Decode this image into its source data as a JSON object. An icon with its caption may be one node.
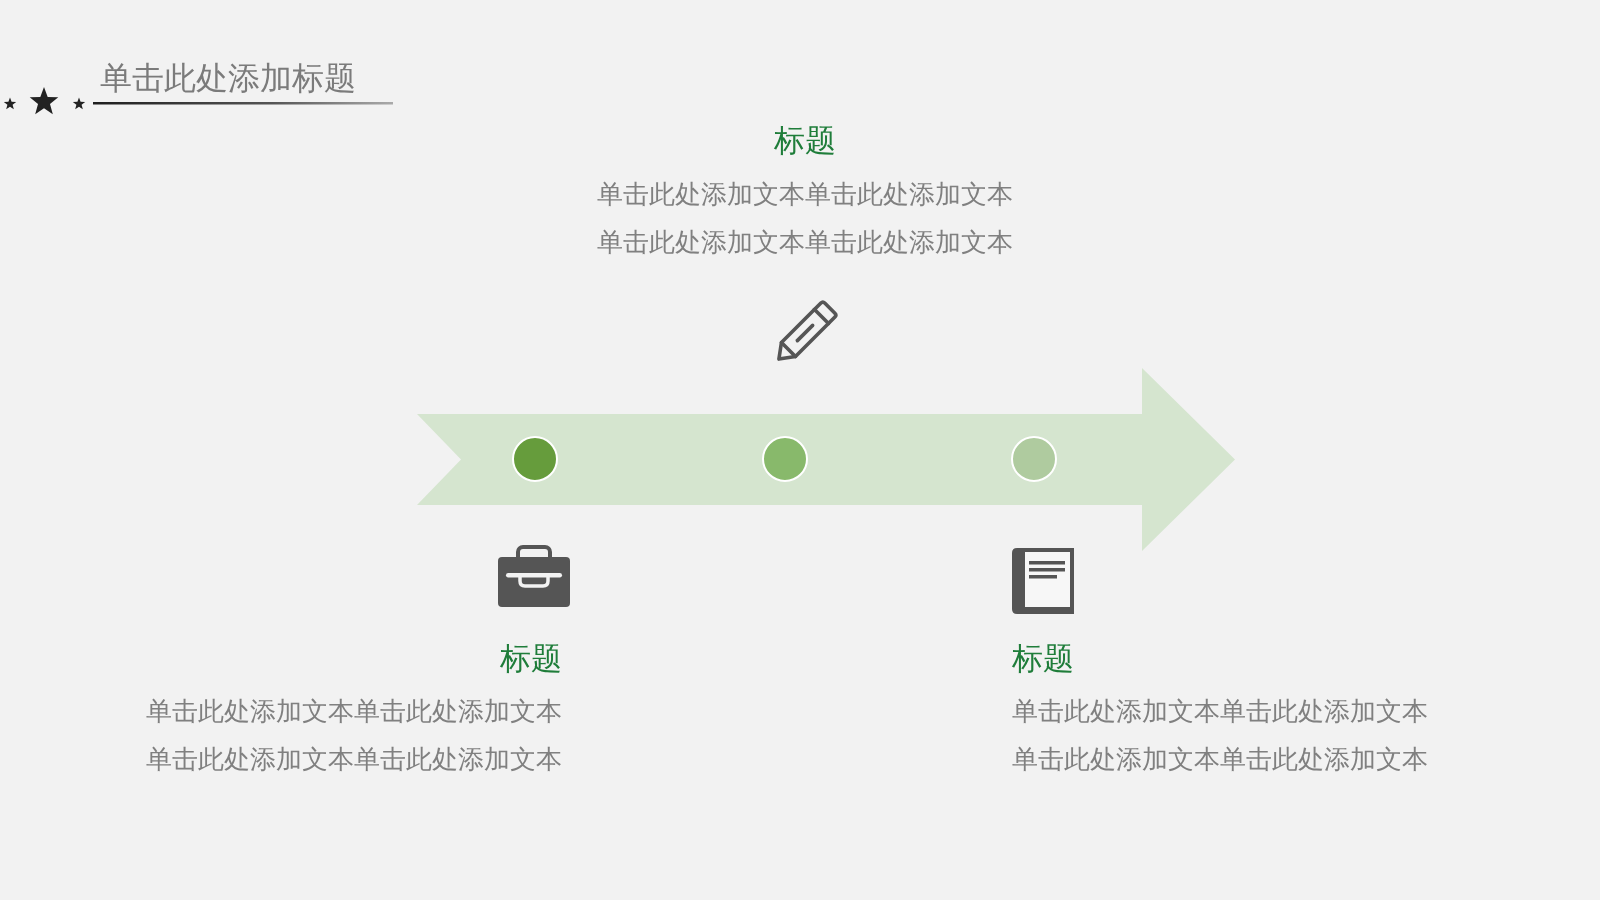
{
  "diagram": {
    "title": "单击此处添加标题",
    "nodes": [
      {
        "text": [],
        "shape": "arrow"
      },
      {
        "text": [],
        "shape": "circle",
        "in": 0
      },
      {
        "text": [],
        "shape": "circle",
        "in": 0
      },
      {
        "text": [],
        "shape": "circle",
        "in": 0
      }
    ],
    "labels": [
      "标题",
      "单击此处添加文本单击此处添加文本单击此处添加文本单击此处添加文本",
      "标题",
      "单击此处添加文本单击此处添加文本单击此处添加文本单击此处添加文本",
      "标题",
      "单击此处添加文本单击此处添加文本单击此处添加文本单击此处添加文本"
    ]
  }
}
